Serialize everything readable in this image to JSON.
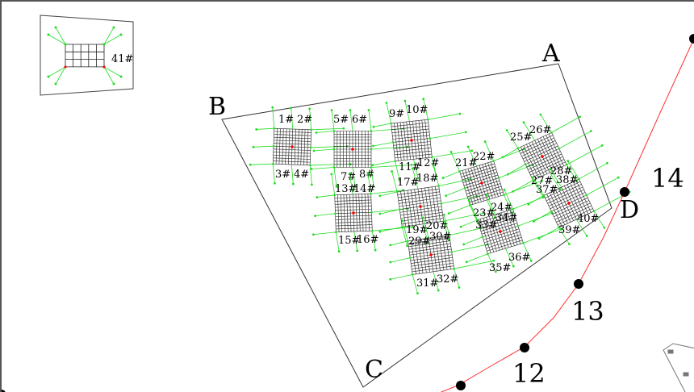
{
  "colors": {
    "grid": "#222222",
    "leader": "#22dd22",
    "anchor": "#ff0000",
    "curve": "#ff3030",
    "boundary": "#333333"
  },
  "boundary_points": {
    "a": "A",
    "b": "B",
    "c": "C",
    "d": "D"
  },
  "stations": [
    "14",
    "13",
    "12"
  ],
  "inset": {
    "label": "41#"
  },
  "blocks": [
    {
      "labels": [
        "1#",
        "2#",
        "3#",
        "4#"
      ]
    },
    {
      "labels": [
        "5#",
        "6#",
        "7#",
        "8#"
      ]
    },
    {
      "labels": [
        "9#",
        "10#",
        "11#",
        "12#"
      ]
    },
    {
      "labels": [
        "13#",
        "14#",
        "15#",
        "16#"
      ]
    },
    {
      "labels": [
        "17#",
        "18#",
        "19#",
        "20#"
      ]
    },
    {
      "labels": [
        "29#",
        "30#",
        "31#",
        "32#"
      ]
    },
    {
      "labels": [
        "21#",
        "22#",
        "23#",
        "24#"
      ]
    },
    {
      "labels": [
        "33#",
        "34#",
        "35#",
        "36#"
      ]
    },
    {
      "labels": [
        "25#",
        "26#",
        "27#",
        "28#"
      ]
    },
    {
      "labels": [
        "37#",
        "38#",
        "39#",
        "40#"
      ]
    }
  ]
}
